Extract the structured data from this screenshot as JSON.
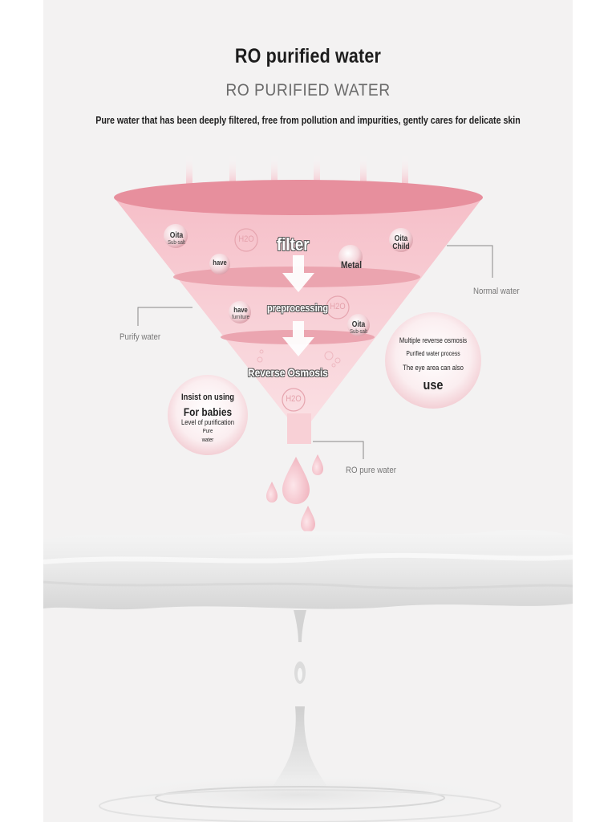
{
  "header": {
    "title": "RO purified water",
    "subtitle": "RO PURIFIED WATER",
    "description": "Pure water that has been deeply filtered, free from pollution and impurities, gently cares for delicate skin"
  },
  "funnel": {
    "stages": [
      "filter",
      "preprocessing",
      "Reverse Osmosis"
    ],
    "impurities": {
      "oita_subsalt": {
        "main": "Oita",
        "sub": "Sub-salt"
      },
      "have": "have",
      "metal": "Metal",
      "oita_child": {
        "main": "Oita",
        "sub": "Child"
      },
      "have_furniture": {
        "main": "have",
        "sub": "furniture"
      },
      "oita_subsalt_2": {
        "main": "Oita",
        "sub": "Sub-salt"
      },
      "h2o_symbol": "H2O"
    },
    "callouts": {
      "normal_water": "Normal water",
      "purify_water": "Purify water",
      "ro_pure_water": "RO pure water"
    }
  },
  "bubbles": {
    "left": {
      "line1": "Insist on using",
      "line2": "For babies",
      "line3": "Level of purification",
      "line4": "Pure",
      "line5": "water"
    },
    "right": {
      "line1": "Multiple reverse osmosis",
      "line2": "Purified water process",
      "line3": "The eye area can also",
      "line4": "use"
    }
  },
  "colors": {
    "funnel_top": "#e48f9c",
    "funnel_body": "#f7c9d0",
    "funnel_light": "#fbdde2",
    "arrow": "#f4b3bd",
    "panel_bg": "#f3f2f2"
  }
}
